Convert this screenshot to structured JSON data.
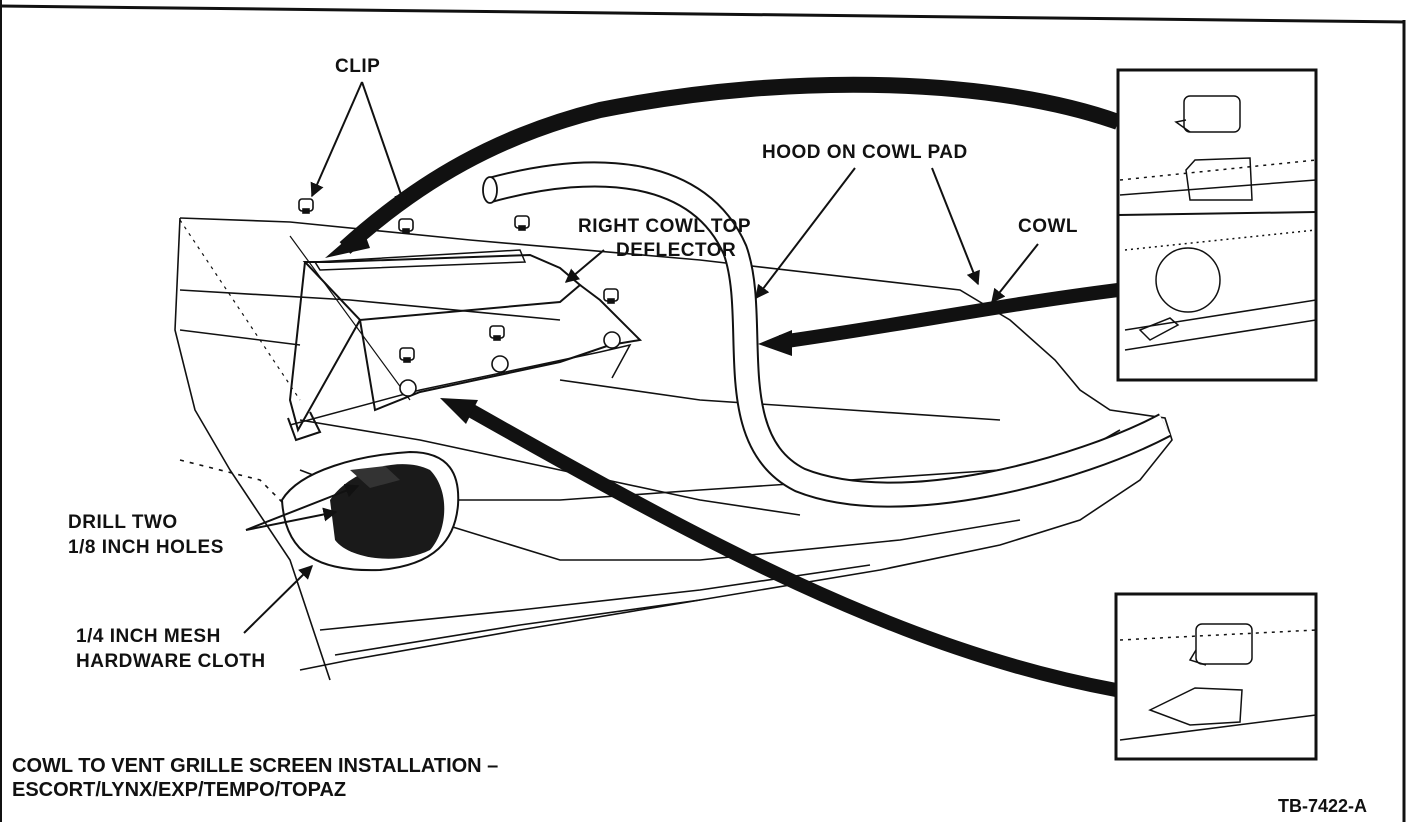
{
  "labels": {
    "clip": "CLIP",
    "hood_on_cowl_pad": "HOOD ON COWL PAD",
    "right_cowl_top_line1": "RIGHT COWL TOP",
    "right_cowl_top_line2": "DEFLECTOR",
    "cowl": "COWL",
    "drill_line1": "DRILL TWO",
    "drill_line2": "1/8 INCH HOLES",
    "mesh_line1": "1/4 INCH MESH",
    "mesh_line2": "HARDWARE CLOTH"
  },
  "caption": {
    "line1": "COWL TO VENT GRILLE SCREEN INSTALLATION –",
    "line2": "ESCORT/LYNX/EXP/TEMPO/TOPAZ"
  },
  "figure_id": "TB-7422-A",
  "colors": {
    "ink": "#111111",
    "paper": "#ffffff"
  }
}
